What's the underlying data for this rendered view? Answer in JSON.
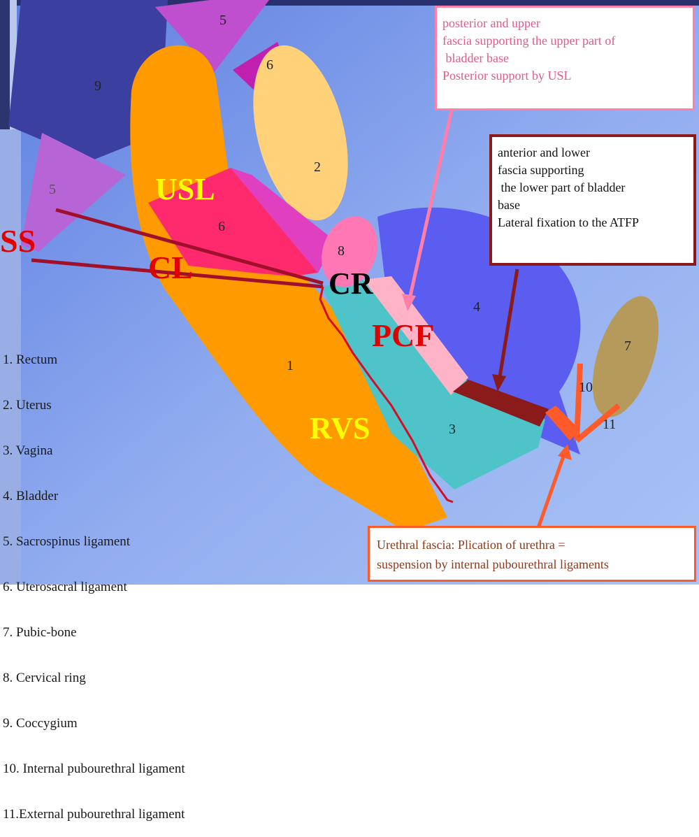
{
  "diagram": {
    "region_numbers": {
      "rectum": "1",
      "uterus": "2",
      "vagina": "3",
      "bladder": "4",
      "sacrospinus_top": "5",
      "sacrospinus_left": "5",
      "uterosacral_top": "6",
      "uterosacral_mid": "6",
      "pubic_bone": "7",
      "cervical_ring": "8",
      "coccygium": "9",
      "internal_ligament": "10",
      "external_ligament": "11"
    },
    "labels": {
      "usl": "USL",
      "ss": "SS",
      "cl": "CL",
      "cr": "CR",
      "pcf": "PCF",
      "rvs": "RVS"
    },
    "legend": [
      "1. Rectum",
      "2. Uterus",
      "3. Vagina",
      "4. Bladder",
      "5. Sacrospinus ligament",
      "6. Uterosacral ligament",
      "7. Pubic-bone",
      "8. Cervical ring",
      "9. Coccygium",
      "10. Internal pubourethral ligament",
      "11.External pubourethral ligament"
    ],
    "callouts": {
      "posterior": [
        "posterior and upper",
        "fascia supporting the upper part of",
        " bladder base",
        "Posterior support by USL"
      ],
      "anterior": [
        "anterior and lower",
        "fascia supporting",
        " the lower part of bladder",
        "base",
        "Lateral fixation to the ATFP"
      ],
      "urethral": [
        "Urethral fascia: Plication of urethra =",
        "suspension by internal pubourethral ligaments"
      ]
    },
    "colors": {
      "rectum": "#ff9a00",
      "uterus": "#ffd27a",
      "vagina": "#4ec3c8",
      "bladder": "#5b5cf0",
      "sacrospinus": "#c04fd0",
      "uterosacral": "#ff2a6d",
      "pubic_bone": "#b59a5c",
      "coccygium": "#3a3fa0",
      "fascia": "#ffb3c6",
      "posterior_callout_border": "#ff7faa",
      "anterior_callout_border": "#8b1a1a",
      "urethral_callout_border": "#ff5a2a"
    }
  }
}
